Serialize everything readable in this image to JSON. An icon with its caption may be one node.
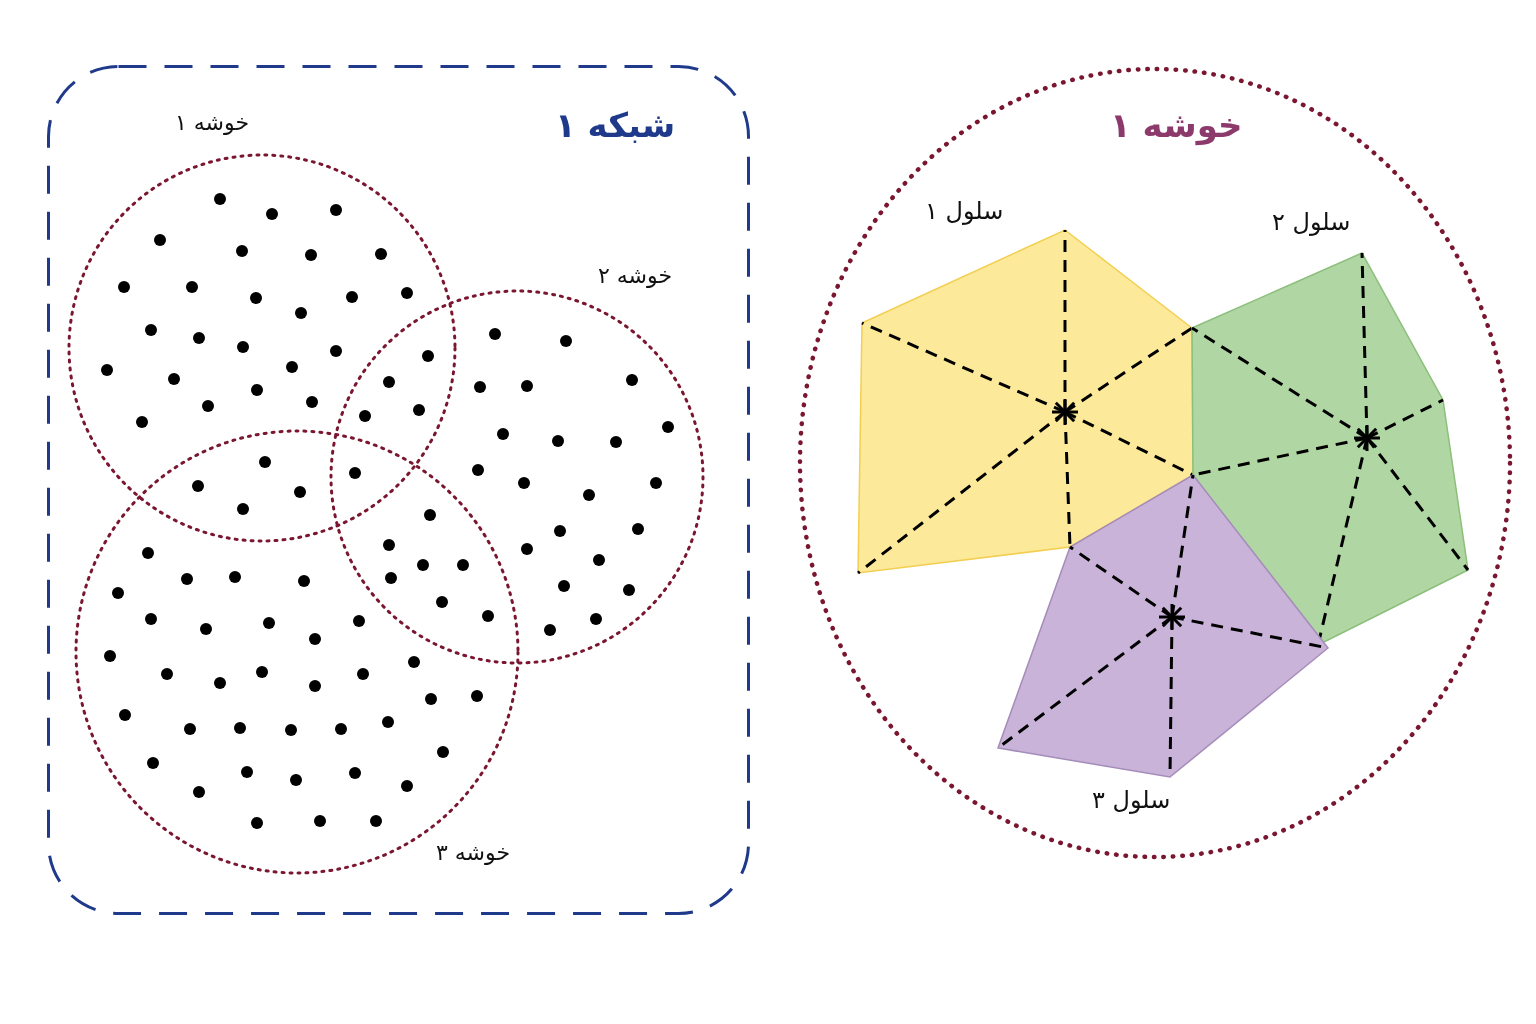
{
  "diagram": {
    "nodes": [
      {
        "text": [
          "شبکه ۱"
        ]
      },
      {
        "text": [
          "خوشه ۱"
        ],
        "in": 0
      },
      {
        "text": [
          "خوشه ۲"
        ],
        "in": 0
      },
      {
        "text": [
          "خوشه ۳"
        ],
        "in": 0
      },
      {
        "text": [
          "خوشه ۱"
        ]
      },
      {
        "text": [
          "سلول ۱"
        ],
        "in": 4
      },
      {
        "text": [
          "سلول ۲"
        ],
        "in": 4
      },
      {
        "text": [
          "سلول ۳"
        ],
        "in": 4
      }
    ]
  }
}
